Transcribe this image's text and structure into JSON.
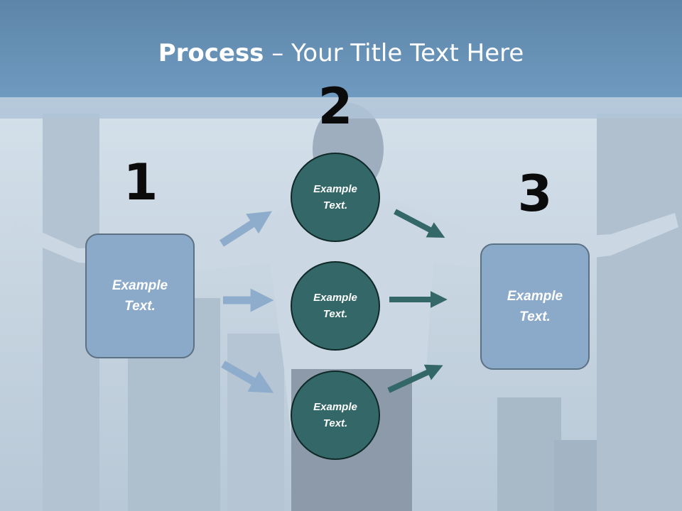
{
  "slide": {
    "title_bold": "Process",
    "title_rest": " – Your Title Text Here"
  },
  "steps": {
    "step1_number": "1",
    "step2_number": "2",
    "step3_number": "3"
  },
  "nodes": {
    "left_box": "Example Text.",
    "circle_top": "Example Text.",
    "circle_middle": "Example Text.",
    "circle_bottom": "Example Text.",
    "right_box": "Example Text."
  },
  "colors": {
    "title_bar": "#6f9ac0",
    "box_fill": "#8ba9c8",
    "circle_fill": "#346767",
    "arrow_in": "#8eaccb",
    "arrow_out": "#346767"
  }
}
